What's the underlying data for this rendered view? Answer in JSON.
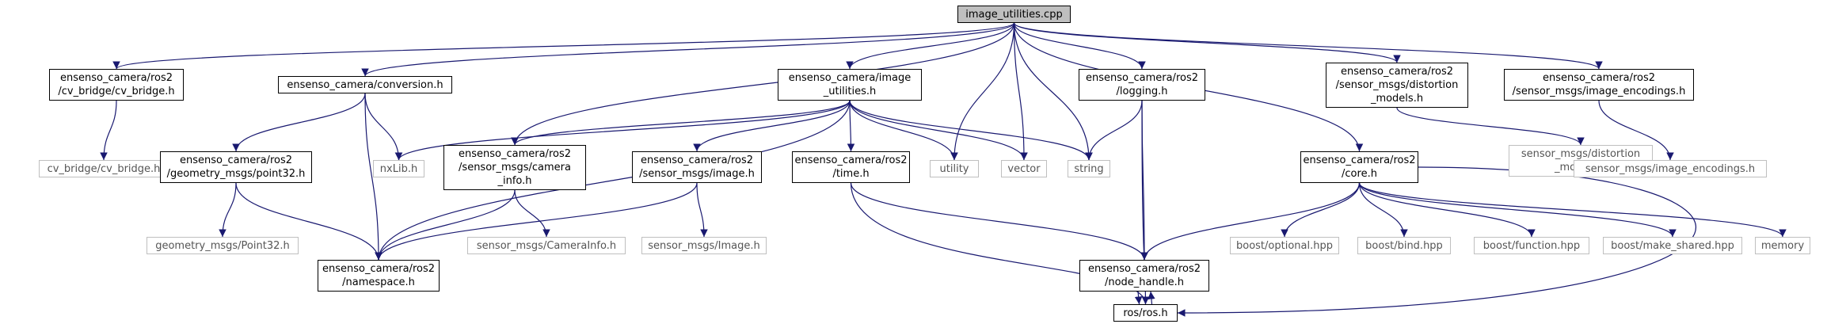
{
  "colors": {
    "edge": "#191970",
    "local_border": "#000000",
    "external_border": "#bfbfbf",
    "root_fill": "#bfbfbf"
  },
  "nodes": [
    {
      "id": "image_utilities_cpp",
      "kind": "root",
      "lines": [
        "image_utilities.cpp"
      ]
    },
    {
      "id": "cv_bridge_h",
      "kind": "local",
      "lines": [
        "ensenso_camera/ros2",
        "/cv_bridge/cv_bridge.h"
      ]
    },
    {
      "id": "conversion_h",
      "kind": "local",
      "lines": [
        "ensenso_camera/conversion.h"
      ]
    },
    {
      "id": "image_utilities_h",
      "kind": "local",
      "lines": [
        "ensenso_camera/image",
        "_utilities.h"
      ]
    },
    {
      "id": "logging_h",
      "kind": "local",
      "lines": [
        "ensenso_camera/ros2",
        "/logging.h"
      ]
    },
    {
      "id": "distortion_models_h",
      "kind": "local",
      "lines": [
        "ensenso_camera/ros2",
        "/sensor_msgs/distortion",
        "_models.h"
      ]
    },
    {
      "id": "image_encodings_h",
      "kind": "local",
      "lines": [
        "ensenso_camera/ros2",
        "/sensor_msgs/image_encodings.h"
      ]
    },
    {
      "id": "ext_cv_bridge",
      "kind": "ext",
      "lines": [
        "cv_bridge/cv_bridge.h"
      ]
    },
    {
      "id": "point32_h",
      "kind": "local",
      "lines": [
        "ensenso_camera/ros2",
        "/geometry_msgs/point32.h"
      ]
    },
    {
      "id": "nxlib_h",
      "kind": "ext",
      "lines": [
        "nxLib.h"
      ]
    },
    {
      "id": "camera_info_h",
      "kind": "local",
      "lines": [
        "ensenso_camera/ros2",
        "/sensor_msgs/camera",
        "_info.h"
      ]
    },
    {
      "id": "image_h",
      "kind": "local",
      "lines": [
        "ensenso_camera/ros2",
        "/sensor_msgs/image.h"
      ]
    },
    {
      "id": "time_h",
      "kind": "local",
      "lines": [
        "ensenso_camera/ros2",
        "/time.h"
      ]
    },
    {
      "id": "utility",
      "kind": "ext",
      "lines": [
        "utility"
      ]
    },
    {
      "id": "vector",
      "kind": "ext",
      "lines": [
        "vector"
      ]
    },
    {
      "id": "string",
      "kind": "ext",
      "lines": [
        "string"
      ]
    },
    {
      "id": "core_h",
      "kind": "local",
      "lines": [
        "ensenso_camera/ros2",
        "/core.h"
      ]
    },
    {
      "id": "ext_distortion_models",
      "kind": "ext",
      "lines": [
        "sensor_msgs/distortion",
        "_models.h"
      ]
    },
    {
      "id": "ext_image_encodings",
      "kind": "ext",
      "lines": [
        "sensor_msgs/image_encodings.h"
      ]
    },
    {
      "id": "ext_point32",
      "kind": "ext",
      "lines": [
        "geometry_msgs/Point32.h"
      ]
    },
    {
      "id": "namespace_h",
      "kind": "local",
      "lines": [
        "ensenso_camera/ros2",
        "/namespace.h"
      ]
    },
    {
      "id": "ext_camera_info",
      "kind": "ext",
      "lines": [
        "sensor_msgs/CameraInfo.h"
      ]
    },
    {
      "id": "ext_image",
      "kind": "ext",
      "lines": [
        "sensor_msgs/Image.h"
      ]
    },
    {
      "id": "node_handle_h",
      "kind": "local",
      "lines": [
        "ensenso_camera/ros2",
        "/node_handle.h"
      ]
    },
    {
      "id": "boost_optional",
      "kind": "ext",
      "lines": [
        "boost/optional.hpp"
      ]
    },
    {
      "id": "boost_bind",
      "kind": "ext",
      "lines": [
        "boost/bind.hpp"
      ]
    },
    {
      "id": "boost_function",
      "kind": "ext",
      "lines": [
        "boost/function.hpp"
      ]
    },
    {
      "id": "boost_make_shared",
      "kind": "ext",
      "lines": [
        "boost/make_shared.hpp"
      ]
    },
    {
      "id": "memory",
      "kind": "ext",
      "lines": [
        "memory"
      ]
    },
    {
      "id": "ros_h",
      "kind": "local",
      "lines": [
        "ros/ros.h"
      ]
    }
  ],
  "edges": [
    [
      "image_utilities_cpp",
      "cv_bridge_h"
    ],
    [
      "image_utilities_cpp",
      "conversion_h"
    ],
    [
      "image_utilities_cpp",
      "image_utilities_h"
    ],
    [
      "image_utilities_cpp",
      "camera_info_h"
    ],
    [
      "image_utilities_cpp",
      "utility"
    ],
    [
      "image_utilities_cpp",
      "vector"
    ],
    [
      "image_utilities_cpp",
      "string"
    ],
    [
      "image_utilities_cpp",
      "logging_h"
    ],
    [
      "image_utilities_cpp",
      "core_h"
    ],
    [
      "image_utilities_cpp",
      "distortion_models_h"
    ],
    [
      "image_utilities_cpp",
      "image_encodings_h"
    ],
    [
      "cv_bridge_h",
      "ext_cv_bridge"
    ],
    [
      "conversion_h",
      "point32_h"
    ],
    [
      "conversion_h",
      "nxlib_h"
    ],
    [
      "conversion_h",
      "namespace_h"
    ],
    [
      "image_utilities_h",
      "nxlib_h"
    ],
    [
      "image_utilities_h",
      "camera_info_h"
    ],
    [
      "image_utilities_h",
      "namespace_h"
    ],
    [
      "image_utilities_h",
      "image_h"
    ],
    [
      "image_utilities_h",
      "time_h"
    ],
    [
      "image_utilities_h",
      "utility"
    ],
    [
      "image_utilities_h",
      "vector"
    ],
    [
      "image_utilities_h",
      "string"
    ],
    [
      "logging_h",
      "string"
    ],
    [
      "logging_h",
      "node_handle_h"
    ],
    [
      "logging_h",
      "ros_h"
    ],
    [
      "distortion_models_h",
      "ext_distortion_models"
    ],
    [
      "image_encodings_h",
      "ext_image_encodings"
    ],
    [
      "point32_h",
      "ext_point32"
    ],
    [
      "point32_h",
      "namespace_h"
    ],
    [
      "camera_info_h",
      "namespace_h"
    ],
    [
      "camera_info_h",
      "ext_camera_info"
    ],
    [
      "image_h",
      "namespace_h"
    ],
    [
      "image_h",
      "ext_image"
    ],
    [
      "time_h",
      "node_handle_h"
    ],
    [
      "time_h",
      "ros_h"
    ],
    [
      "core_h",
      "node_handle_h"
    ],
    [
      "core_h",
      "boost_optional"
    ],
    [
      "core_h",
      "boost_bind"
    ],
    [
      "core_h",
      "boost_function"
    ],
    [
      "core_h",
      "boost_make_shared"
    ],
    [
      "core_h",
      "memory"
    ],
    [
      "core_h",
      "ros_h"
    ],
    [
      "node_handle_h",
      "ros_h"
    ],
    [
      "ros_h",
      "node_handle_h"
    ]
  ]
}
